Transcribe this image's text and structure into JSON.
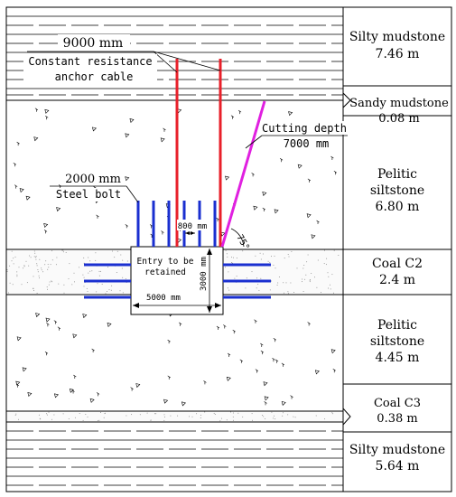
{
  "strata": [
    {
      "name": "Silty mudstone",
      "thickness": "7.46 m"
    },
    {
      "name": "Sandy mudstone",
      "thickness": "0.08 m"
    },
    {
      "name": "Pelitic",
      "name2": "siltstone",
      "thickness": "6.80 m"
    },
    {
      "name": "Coal C2",
      "thickness": "2.4 m"
    },
    {
      "name": "Pelitic",
      "name2": "siltstone",
      "thickness": "4.45 m"
    },
    {
      "name": "Coal C3",
      "thickness": "0.38 m"
    },
    {
      "name": "Silty mudstone",
      "thickness": "5.64 m"
    }
  ],
  "annotations": {
    "anchor_length": "9000 mm",
    "anchor_label_1": "Constant resistance",
    "anchor_label_2": "anchor cable",
    "cutting_label": "Cutting depth",
    "cutting_depth": "7000 mm",
    "bolt_length": "2000 mm",
    "bolt_label": "Steel bolt",
    "spacing": "800 mm",
    "angle": "75°",
    "entry_label_1": "Entry to be",
    "entry_label_2": "retained",
    "entry_height": "3000 mm",
    "entry_width": "5000 mm"
  },
  "colors": {
    "anchor_cable": "#e8202a",
    "cutting_line": "#e020e0",
    "bolt": "#1a2fd0",
    "strata_line": "#000000"
  }
}
